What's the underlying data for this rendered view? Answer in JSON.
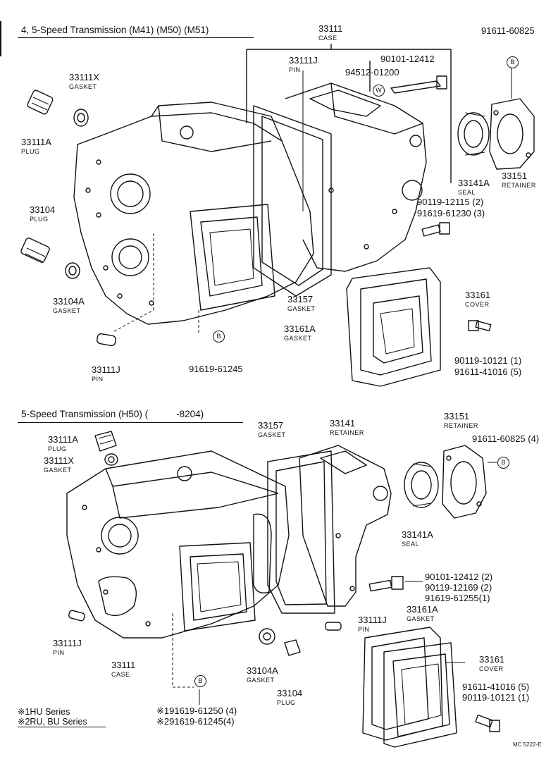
{
  "sections": {
    "top_title": "4, 5-Speed Transmission (M41) (M50) (M51)",
    "bottom_title_left": "5-Speed Transmission (H50) (",
    "bottom_title_right": "-8204)"
  },
  "top_parts": {
    "p33111x": {
      "num": "33111X",
      "name": "GASKET"
    },
    "p33111": {
      "num": "33111",
      "name": "CASE"
    },
    "p33111j_pin": {
      "num": "33111J",
      "name": "PIN"
    },
    "p90101": "90101-12412",
    "p94512": "94512-01200",
    "p91611_60825": "91611-60825",
    "p33111a": {
      "num": "33111A",
      "name": "PLUG"
    },
    "p33141a": {
      "num": "33141A",
      "name": "SEAL"
    },
    "p33151": {
      "num": "33151",
      "name": "RETAINER"
    },
    "p90119_12115": "90119-12115 (2)",
    "p91619_61230": "91619-61230 (3)",
    "p33104": {
      "num": "33104",
      "name": "PLUG"
    },
    "p33104a": {
      "num": "33104A",
      "name": "GASKET"
    },
    "p33157": {
      "num": "33157",
      "name": "GASKET"
    },
    "p33161": {
      "num": "33161",
      "name": "COVER"
    },
    "p33161a": {
      "num": "33161A",
      "name": "GASKET"
    },
    "p90119_10121": "90119-10121 (1)",
    "p91611_41016": "91611-41016 (5)",
    "p33111j_b": {
      "num": "33111J",
      "name": "PIN"
    },
    "p91619_61245": "91619-61245"
  },
  "bottom_parts": {
    "p33111a": {
      "num": "33111A",
      "name": "PLUG"
    },
    "p33111x": {
      "num": "33111X",
      "name": "GASKET"
    },
    "p33157": {
      "num": "33157",
      "name": "GASKET"
    },
    "p33141": {
      "num": "33141",
      "name": "RETAINER"
    },
    "p33151": {
      "num": "33151",
      "name": "RETAINER"
    },
    "p91611_60825": "91611-60825 (4)",
    "p33141a": {
      "num": "33141A",
      "name": "SEAL"
    },
    "p90101": "90101-12412 (2)",
    "p90119_12169": "90119-12169 (2)",
    "p91619_61255": "91619-61255(1)",
    "p33161a": {
      "num": "33161A",
      "name": "GASKET"
    },
    "p33111j_r": {
      "num": "33111J",
      "name": "PIN"
    },
    "p33111j_l": {
      "num": "33111J",
      "name": "PIN"
    },
    "p33111": {
      "num": "33111",
      "name": "CASE"
    },
    "p33104a": {
      "num": "33104A",
      "name": "GASKET"
    },
    "p33104": {
      "num": "33104",
      "name": "PLUG"
    },
    "p33161": {
      "num": "33161",
      "name": "COVER"
    },
    "p91611_41016": "91611-41016 (5)",
    "p90119_10121": "90119-10121 (1)",
    "p91619_61250": "※191619-61250 (4)",
    "p91619_61245": "※291619-61245(4)"
  },
  "markers": {
    "w": "W",
    "b": "B"
  },
  "footnotes": {
    "n1": "※1HU Series",
    "n2": "※2RU, BU Series"
  },
  "page_code": "MC 5222-E"
}
